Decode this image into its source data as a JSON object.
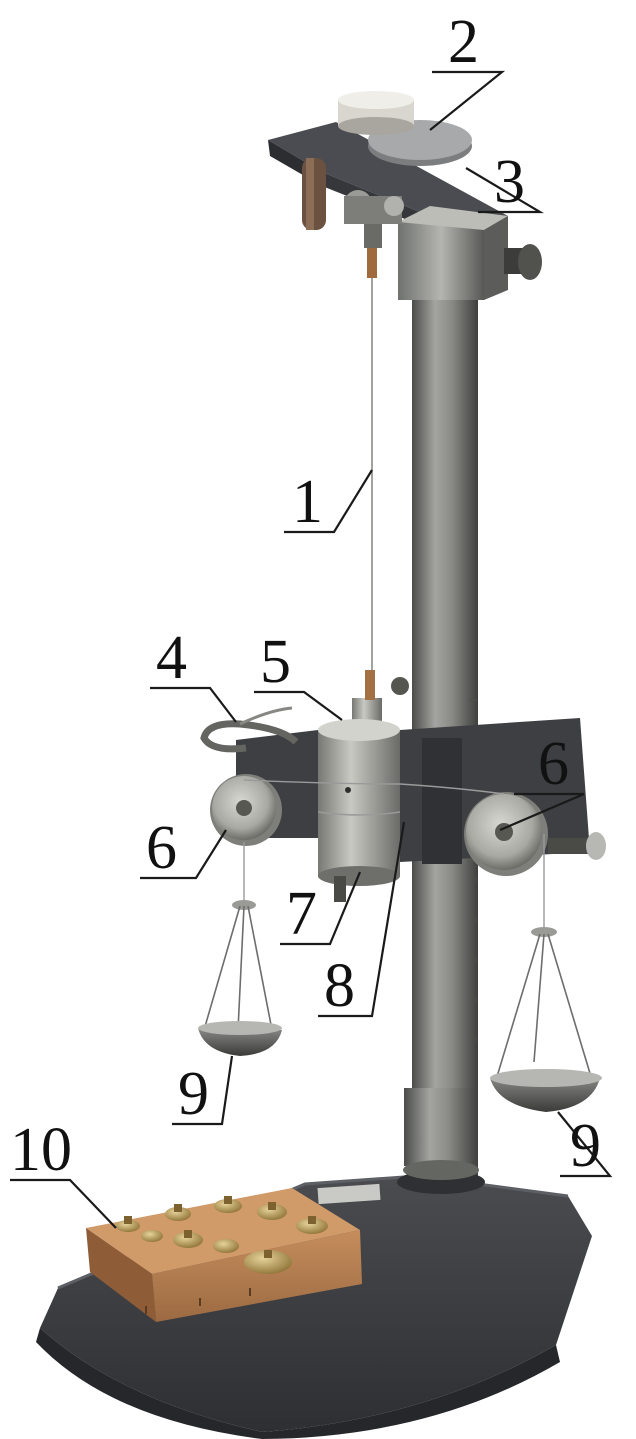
{
  "callouts": {
    "l1": "1",
    "l2": "2",
    "l3": "3",
    "l4": "4",
    "l5": "5",
    "l6_left": "6",
    "l6_right": "6",
    "l7": "7",
    "l8": "8",
    "l9_left": "9",
    "l9_right": "9",
    "l10": "10"
  },
  "colors": {
    "background": "#ffffff",
    "label_text": "#111111",
    "base_dark": "#3c3e42",
    "metal_steel": "#8d8f8e",
    "weight_box_wood": "#b07b4f",
    "brass_weights": "#b79a55"
  }
}
